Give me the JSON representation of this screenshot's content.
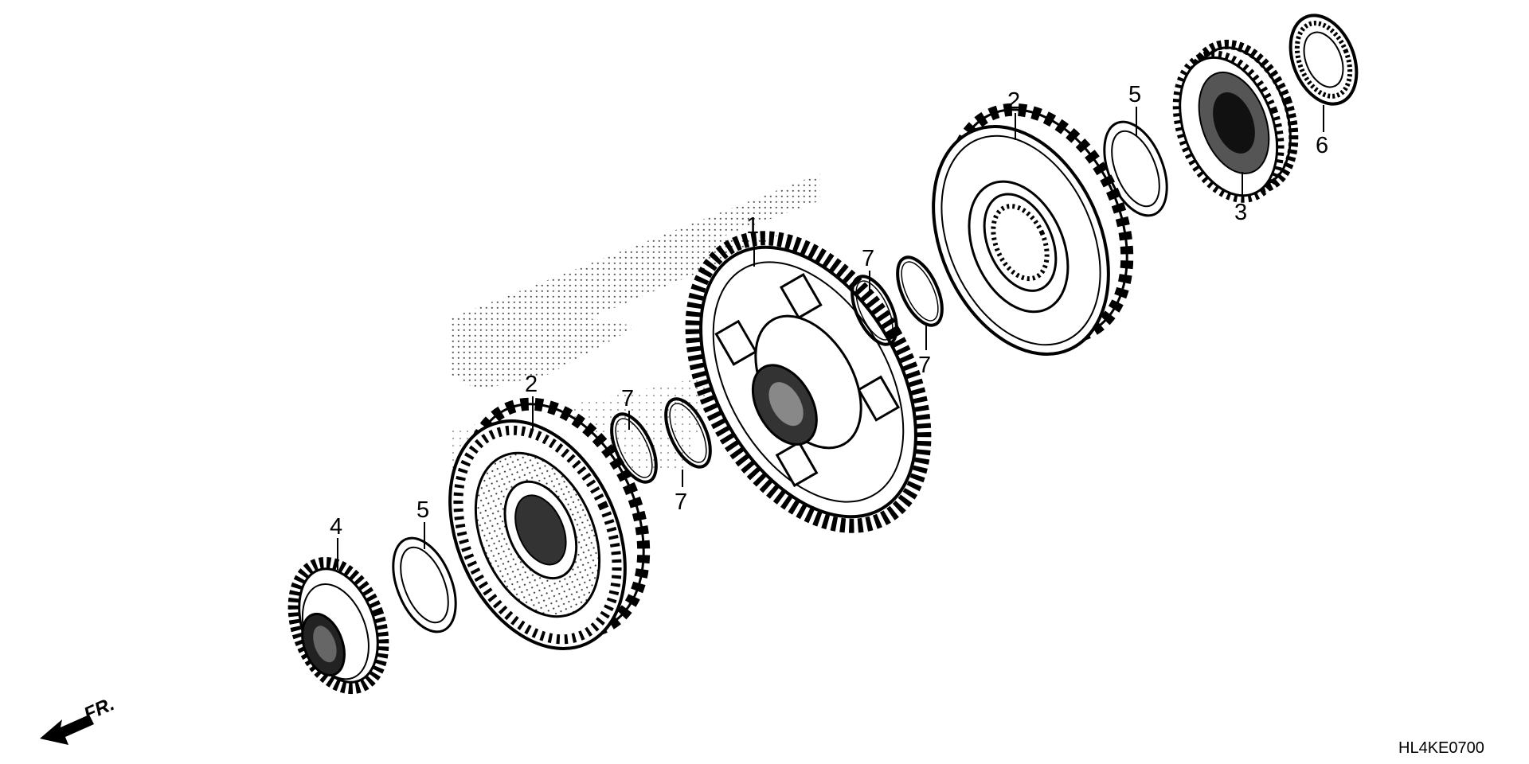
{
  "diagram": {
    "code": "HL4KE0700",
    "direction": "FR.",
    "callouts": {
      "part_1": "1",
      "part_2_front": "2",
      "part_2_rear": "2",
      "part_3": "3",
      "part_4": "4",
      "part_5_front": "5",
      "part_5_rear": "5",
      "part_6": "6",
      "part_7_a": "7",
      "part_7_b": "7",
      "part_7_c": "7",
      "part_7_d": "7"
    }
  }
}
